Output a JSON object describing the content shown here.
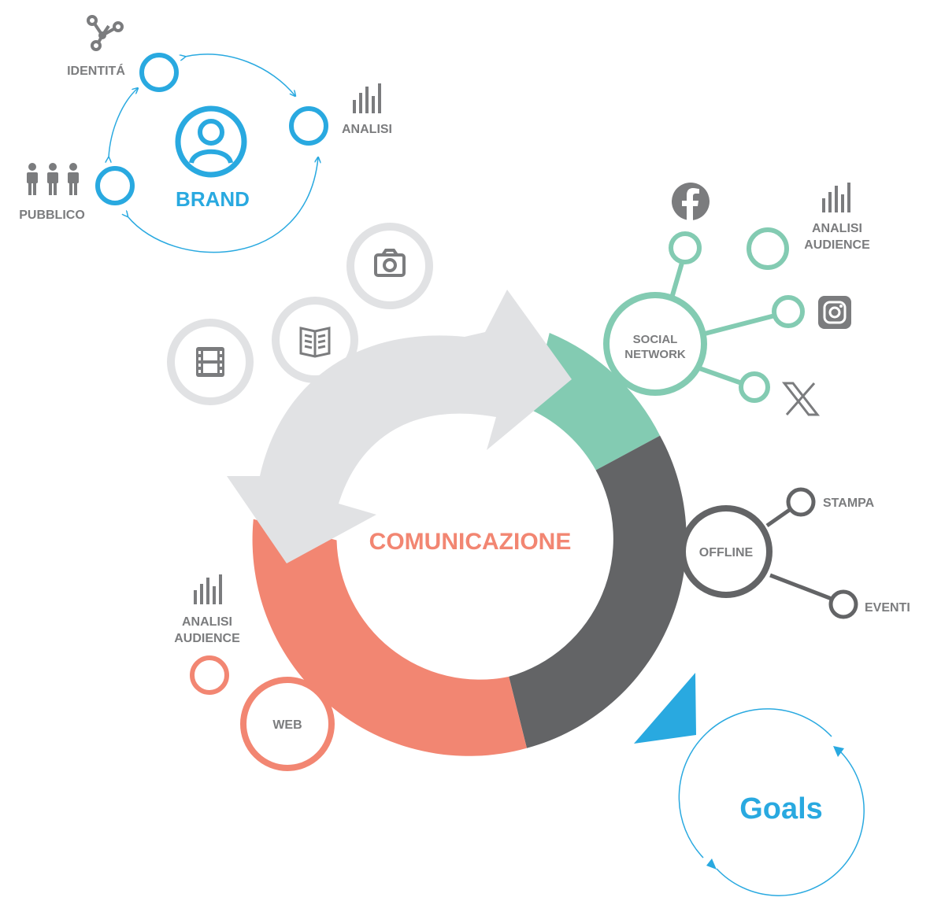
{
  "colors": {
    "brand_blue": "#29a9e0",
    "social_green": "#83cbb2",
    "offline_gray": "#636466",
    "web_coral": "#f28672",
    "light_gray": "#e1e2e4",
    "icon_gray": "#7b7c7e"
  },
  "brand": {
    "title": "BRAND",
    "identita": "IDENTITÁ",
    "analisi": "ANALISI",
    "pubblico": "PUBBLICO",
    "icons": [
      "user-icon",
      "network-nodes-icon",
      "bar-chart-icon",
      "people-group-icon"
    ]
  },
  "center": {
    "title": "COMUNICAZIONE"
  },
  "content_icons": [
    "camera-icon",
    "newspaper-icon",
    "film-icon"
  ],
  "social": {
    "title_line1": "SOCIAL",
    "title_line2": "NETWORK",
    "analisi_line1": "ANALISI",
    "analisi_line2": "AUDIENCE",
    "icons": [
      "facebook-icon",
      "instagram-icon",
      "x-icon",
      "bar-chart-icon"
    ]
  },
  "offline": {
    "title": "OFFLINE",
    "stampa": "STAMPA",
    "eventi": "EVENTI"
  },
  "web": {
    "title": "WEB",
    "analisi_line1": "ANALISI",
    "analisi_line2": "AUDIENCE"
  },
  "goals": {
    "title": "Goals"
  }
}
